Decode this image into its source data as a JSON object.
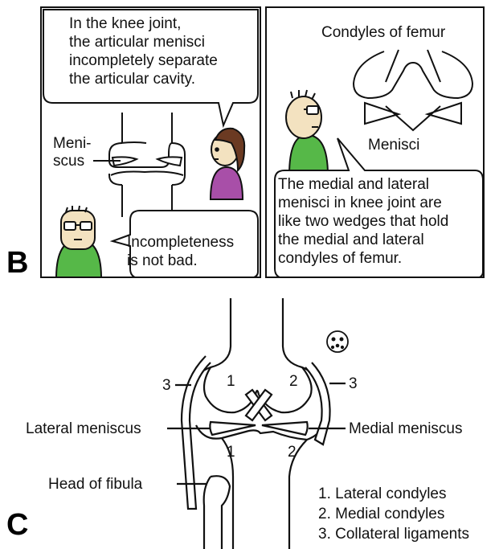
{
  "panel_b": {
    "letter": "B",
    "comic1": {
      "bubble_top": "In the knee joint,\nthe articular menisci\nincompletely separate\nthe articular cavity.",
      "meniscus_label": "Meni-\nscus",
      "bubble_bottom": "Incompleteness\nis not bad."
    },
    "comic2": {
      "condyles_label": "Condyles of femur",
      "menisci_label": "Menisci",
      "bubble": "The medial and lateral\nmenisci in knee joint are\nlike two wedges that hold\nthe medial and lateral\ncondyles of femur."
    }
  },
  "panel_c": {
    "letter": "C",
    "label_3_left": "3",
    "label_3_right": "3",
    "label_1_upper": "1",
    "label_2_upper": "2",
    "label_1_lower": "1",
    "label_2_lower": "2",
    "lateral_meniscus": "Lateral meniscus",
    "medial_meniscus": "Medial meniscus",
    "head_of_fibula": "Head of fibula",
    "legend": [
      "1. Lateral condyles",
      "2. Medial condyles",
      "3. Collateral ligaments"
    ]
  },
  "colors": {
    "outline": "#111111",
    "skin": "#f3e2c0",
    "green_shirt": "#56b848",
    "purple_shirt": "#a84fa8",
    "hair_brown": "#6b3a22"
  }
}
